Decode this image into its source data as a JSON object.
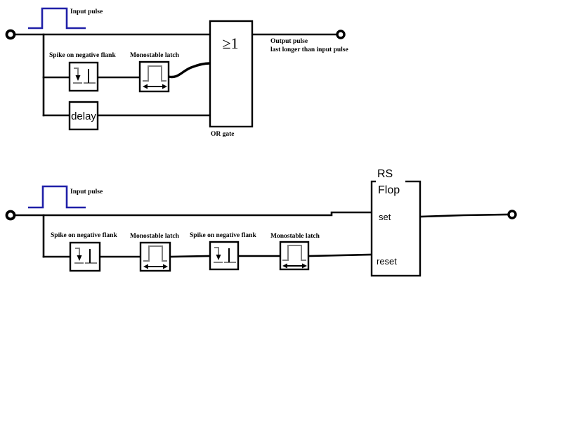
{
  "colors": {
    "wire": "#000000",
    "pulse": "#2020a8",
    "icon_gray": "#808080",
    "background": "#ffffff"
  },
  "top": {
    "input_pulse_label": "Input pulse",
    "spike_label": "Spike on negative flank",
    "mono_label": "Monostable latch",
    "delay_label": "delay",
    "or_symbol": "≥1",
    "or_label": "OR gate",
    "output_line1": "Output pulse",
    "output_line2": "last longer than input pulse"
  },
  "bottom": {
    "input_pulse_label": "Input pulse",
    "spike1_label": "Spike on negative flank",
    "mono1_label": "Monostable latch",
    "spike2_label": "Spike on negative flank",
    "mono2_label": "Monostable latch",
    "rs_title_line1": "RS",
    "rs_title_line2": "Flop",
    "set_label": "set",
    "reset_label": "reset"
  },
  "icons": {
    "spike_icon": "falling-edge-to-spike-waveform",
    "mono_icon": "pulse-with-width-arrow-waveform",
    "terminal_icon": "open-circle-terminal"
  }
}
